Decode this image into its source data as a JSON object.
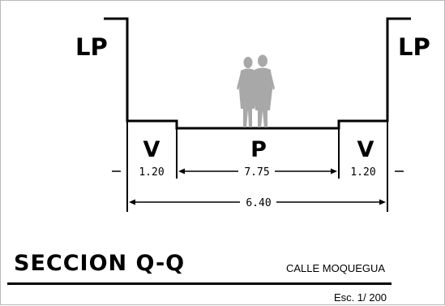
{
  "section": {
    "lp_left": "LP",
    "lp_right": "LP",
    "zone_left": "V",
    "zone_center": "P",
    "zone_right": "V"
  },
  "dimensions": {
    "left_vereda": "1.20",
    "pista": "7.75",
    "right_vereda": "1.20",
    "overall": "6.40"
  },
  "title_block": {
    "title": "SECCION Q-Q",
    "street": "CALLE MOQUEGUA",
    "scale": "Esc. 1/ 200"
  },
  "icons": {
    "people": "standing-people-silhouette-icon"
  },
  "colors": {
    "line": "#000000",
    "figures": "#a8a8a8",
    "frame": "#b9b9b9"
  }
}
